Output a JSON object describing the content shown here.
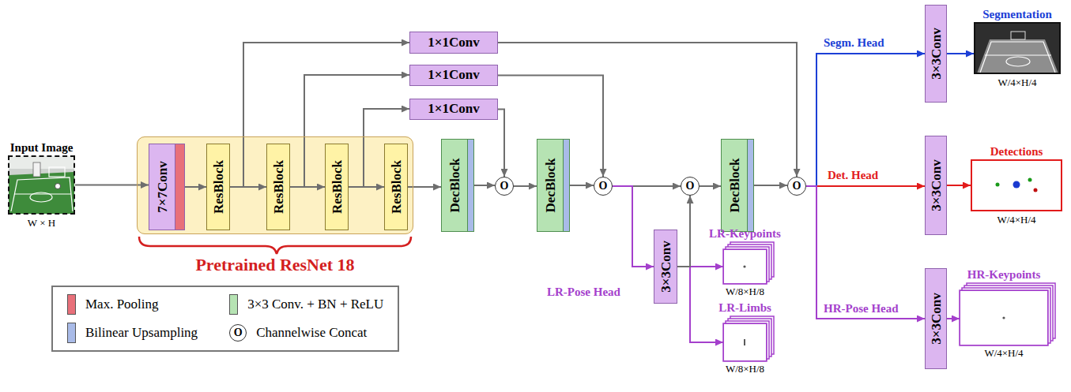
{
  "diagram": {
    "nodes": [
      {
        "text": [
          "Input Image",
          "W × H"
        ]
      },
      {
        "text": [
          "Pretrained ResNet 18"
        ]
      },
      {
        "text": [
          "7×7Conv"
        ],
        "in": 1
      },
      {
        "text": [
          "ResBlock"
        ],
        "in": 1
      },
      {
        "text": [
          "ResBlock"
        ],
        "in": 1
      },
      {
        "text": [
          "ResBlock"
        ],
        "in": 1
      },
      {
        "text": [
          "ResBlock"
        ],
        "in": 1
      },
      {
        "text": [
          "1×1Conv"
        ]
      },
      {
        "text": [
          "1×1Conv"
        ]
      },
      {
        "text": [
          "1×1Conv"
        ]
      },
      {
        "text": [
          "DecBlock"
        ]
      },
      {
        "text": [
          "O"
        ]
      },
      {
        "text": [
          "DecBlock"
        ]
      },
      {
        "text": [
          "O"
        ]
      },
      {
        "text": [
          "O"
        ]
      },
      {
        "text": [
          "DecBlock"
        ]
      },
      {
        "text": [
          "O"
        ]
      },
      {
        "text": [
          "3×3Conv"
        ]
      },
      {
        "text": [
          "LR-Keypoints",
          "W/8×H/8"
        ]
      },
      {
        "text": [
          "LR-Limbs",
          "W/8×H/8"
        ]
      },
      {
        "text": [
          "3×3Conv"
        ]
      },
      {
        "text": [
          "Segmentation",
          "W/4×H/4"
        ]
      },
      {
        "text": [
          "3×3Conv"
        ]
      },
      {
        "text": [
          "Detections",
          "W/4×H/4"
        ]
      },
      {
        "text": [
          "3×3Conv"
        ]
      },
      {
        "text": [
          "HR-Keypoints",
          "W/4×H/4"
        ]
      }
    ],
    "edges": [
      {
        "from": 0,
        "to": 2,
        "arrow": "to"
      },
      {
        "from": 2,
        "to": 3,
        "arrow": "to"
      },
      {
        "from": 3,
        "to": 4,
        "arrow": "to"
      },
      {
        "from": 4,
        "to": 5,
        "arrow": "to"
      },
      {
        "from": 5,
        "to": 6,
        "arrow": "to"
      },
      {
        "from": 6,
        "to": 10,
        "arrow": "to"
      },
      {
        "from": 3,
        "to": 7,
        "arrow": "to"
      },
      {
        "from": 4,
        "to": 8,
        "arrow": "to"
      },
      {
        "from": 5,
        "to": 9,
        "arrow": "to"
      },
      {
        "from": 7,
        "to": 16,
        "arrow": "to"
      },
      {
        "from": 8,
        "to": 13,
        "arrow": "to"
      },
      {
        "from": 9,
        "to": 11,
        "arrow": "to"
      },
      {
        "from": 10,
        "to": 11,
        "arrow": "to"
      },
      {
        "from": 11,
        "to": 12,
        "arrow": "to"
      },
      {
        "from": 12,
        "to": 13,
        "arrow": "to"
      },
      {
        "from": 13,
        "to": 14,
        "arrow": "to"
      },
      {
        "from": 14,
        "to": 15,
        "arrow": "to"
      },
      {
        "from": 15,
        "to": 16,
        "arrow": "to"
      },
      {
        "from": 13,
        "to": 17,
        "label": "LR-Pose Head",
        "arrow": "to"
      },
      {
        "from": 17,
        "to": 18,
        "arrow": "to"
      },
      {
        "from": 17,
        "to": 19,
        "arrow": "to"
      },
      {
        "from": 17,
        "to": 14,
        "arrow": "to"
      },
      {
        "from": 16,
        "to": 20,
        "label": "Segm. Head",
        "arrow": "to"
      },
      {
        "from": 16,
        "to": 22,
        "label": "Det. Head",
        "arrow": "to"
      },
      {
        "from": 16,
        "to": 24,
        "label": "HR-Pose Head",
        "arrow": "to"
      },
      {
        "from": 20,
        "to": 21,
        "arrow": "to"
      },
      {
        "from": 22,
        "to": 23,
        "arrow": "to"
      },
      {
        "from": 24,
        "to": 25,
        "arrow": "to"
      }
    ],
    "labels": [
      "O"
    ],
    "legend": [
      {
        "text": "Max. Pooling",
        "color": "#e8707a"
      },
      {
        "text": "3×3 Conv. + BN + ReLU",
        "color": "#b6e3b3"
      },
      {
        "text": "Bilinear Upsampling",
        "color": "#a9bbe8"
      },
      {
        "text": "Channelwise Concat"
      }
    ]
  }
}
